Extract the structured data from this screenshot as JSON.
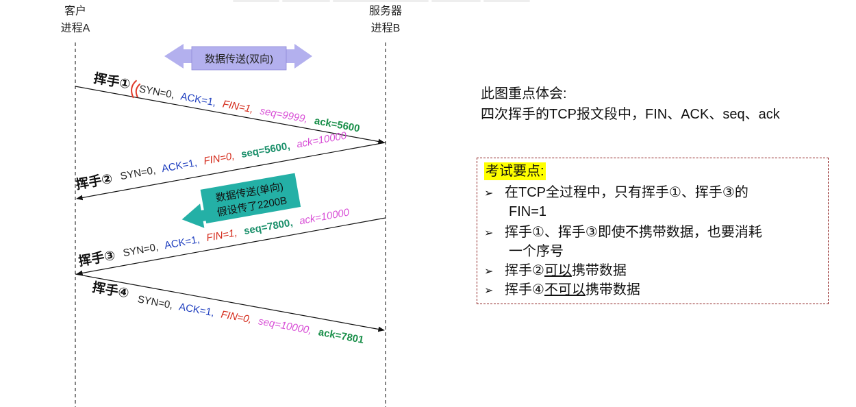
{
  "left_party": {
    "line1": "客户",
    "line2": "进程A"
  },
  "right_party": {
    "line1": "服务器",
    "line2": "进程B"
  },
  "transfer_two_way": "数据传送(双向)",
  "transfer_one_way": {
    "line1": "数据传送(单向)",
    "line2": "假设传了2200B"
  },
  "waves": [
    {
      "label": "挥手①",
      "syn": "SYN=0,",
      "ack_flag": "ACK=1,",
      "fin": "FIN=1,",
      "seq": "seq=9999,",
      "ack": "ack=5600"
    },
    {
      "label": "挥手②",
      "syn": "SYN=0,",
      "ack_flag": "ACK=1,",
      "fin": "FIN=0,",
      "seq": "seq=5600,",
      "ack": "ack=10000"
    },
    {
      "label": "挥手③",
      "syn": "SYN=0,",
      "ack_flag": "ACK=1,",
      "fin": "FIN=1,",
      "seq": "seq=7800,",
      "ack": "ack=10000"
    },
    {
      "label": "挥手④",
      "syn": "SYN=0,",
      "ack_flag": "ACK=1,",
      "fin": "FIN=0,",
      "seq": "seq=10000,",
      "ack": "ack=7801"
    }
  ],
  "note": {
    "line1": "此图重点体会:",
    "line2": "四次挥手的TCP报文段中，FIN、ACK、seq、ack"
  },
  "exam": {
    "title": "考试要点:",
    "bullet_mark": "➢",
    "b1_line1": "在TCP全过程中，只有挥手①、挥手③的",
    "b1_line2": "FIN=1",
    "b2_line1": "挥手①、挥手③即使不携带数据，也要消耗",
    "b2_line2": "一个序号",
    "b3_pre": "挥手②",
    "b3_underlined": "可以",
    "b3_post": "携带数据",
    "b4_pre": "挥手④",
    "b4_underlined": "不可以",
    "b4_post": "携带数据"
  },
  "colors": {
    "syn": "#222222",
    "ack_flag": "#1f3fbf",
    "fin": "#d42a1a",
    "seq_pink": "#d84fd6",
    "ack_green": "#1a8f4a",
    "seq_teal": "#1a8f6a",
    "arrow_purple": "#b3b0ee",
    "arrow_teal": "#24b0a6",
    "highlight": "#ffff00"
  }
}
